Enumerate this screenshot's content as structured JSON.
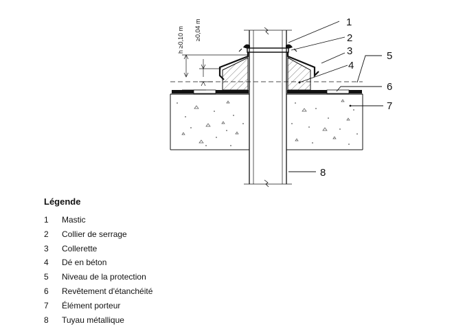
{
  "dimensions": {
    "h_label": "h ≥0,10 m",
    "min_label": "≥0,04 m"
  },
  "callouts": [
    "1",
    "2",
    "3",
    "4",
    "5",
    "6",
    "7",
    "8"
  ],
  "legend": {
    "title": "Légende",
    "items": [
      {
        "num": "1",
        "label": "Mastic"
      },
      {
        "num": "2",
        "label": "Collier de serrage"
      },
      {
        "num": "3",
        "label": "Collerette"
      },
      {
        "num": "4",
        "label": "Dé en béton"
      },
      {
        "num": "5",
        "label": "Niveau de la protection"
      },
      {
        "num": "6",
        "label": "Revêtement d'étanchéité"
      },
      {
        "num": "7",
        "label": "Élément porteur"
      },
      {
        "num": "8",
        "label": "Tuyau métallique"
      }
    ]
  }
}
